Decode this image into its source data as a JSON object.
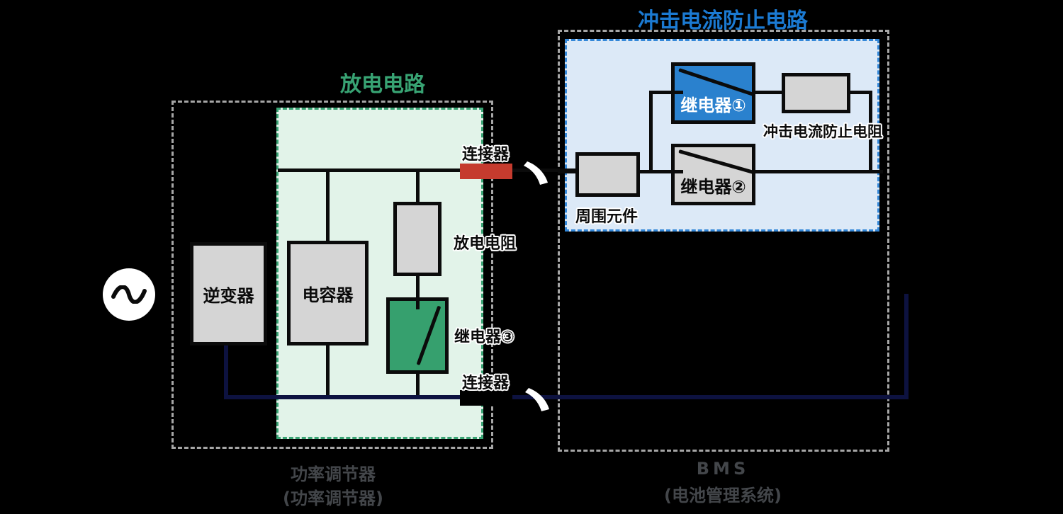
{
  "titles": {
    "discharge_circuit": "放电电路",
    "inrush_circuit": "冲击电流防止电路"
  },
  "labels": {
    "inverter": "逆变器",
    "capacitor": "电容器",
    "discharge_resistor": "放电电阻",
    "relay3": "继电器③",
    "connector_top": "连接器",
    "connector_bottom": "连接器",
    "peripheral": "周围元件",
    "relay1": "继电器①",
    "relay2": "继电器②",
    "inrush_resistor": "冲击电流防止电阻"
  },
  "captions": {
    "left_line1": "功率调节器",
    "left_line2": "(功率调节器)",
    "right_line1": "BMS",
    "right_line2": "(电池管理系统)"
  },
  "icons": {
    "ac_source": "ac-sine-wave",
    "wire_break": "white-swoosh"
  },
  "colors": {
    "background": "#000000",
    "green_accent": "#38a373",
    "green_panel_fill": "#e2f3e9",
    "relay3_fill": "#36a06e",
    "blue_title": "#1b7ad2",
    "blue_panel_fill": "#dce9f7",
    "blue_panel_border": "#3387d8",
    "relay1_fill": "#2a81ce",
    "connector_red": "#c53b2e",
    "wire_navy": "#0d1240",
    "component_gray": "#d5d5d5",
    "dashed_gray": "#a6a6a6",
    "caption_gray": "#43464a"
  }
}
